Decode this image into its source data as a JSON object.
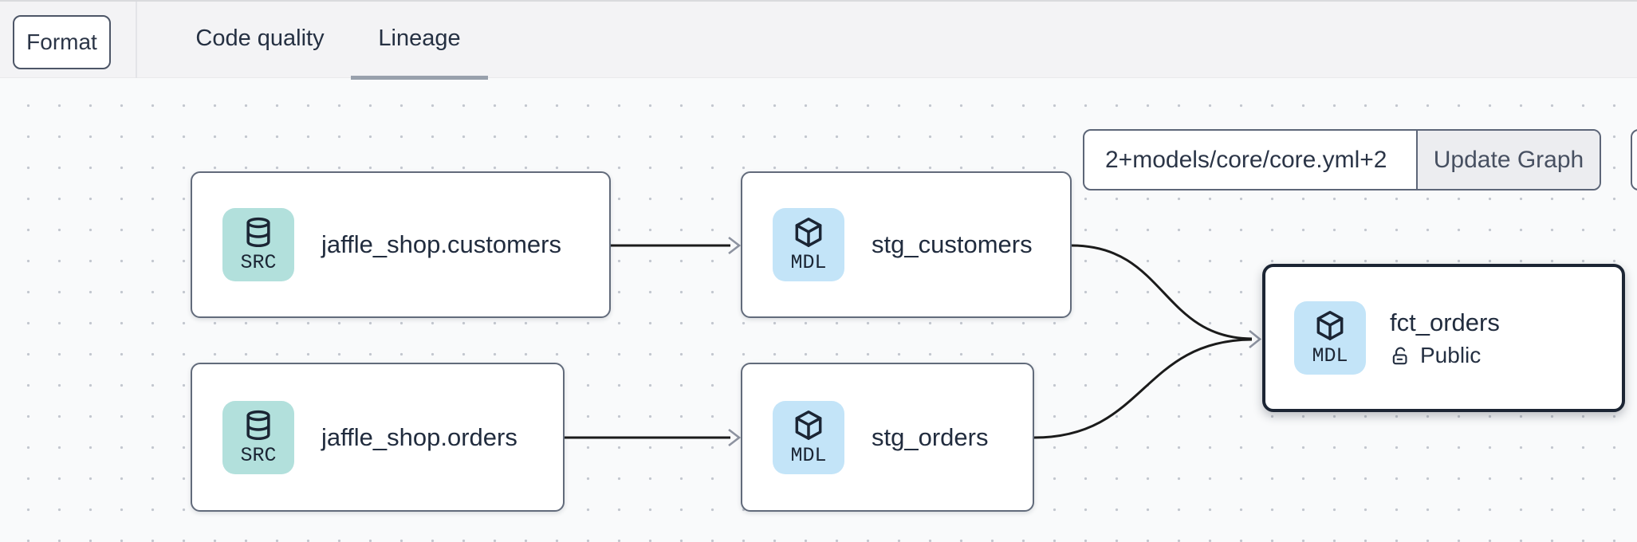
{
  "toolbar": {
    "format_label": "Format"
  },
  "tabs": {
    "code_quality": "Code quality",
    "lineage": "Lineage",
    "active_tab": "Lineage"
  },
  "graph_controls": {
    "selector_value": "2+models/core/core.yml+2",
    "update_button_label": "Update Graph"
  },
  "nodes": [
    {
      "badge": "SRC",
      "label": "jaffle_shop.customers",
      "type": "source"
    },
    {
      "badge": "MDL",
      "label": "stg_customers",
      "type": "model"
    },
    {
      "badge": "SRC",
      "label": "jaffle_shop.orders",
      "type": "source"
    },
    {
      "badge": "MDL",
      "label": "stg_orders",
      "type": "model"
    },
    {
      "badge": "MDL",
      "label": "fct_orders",
      "type": "model",
      "access": "Public",
      "selected": true
    }
  ],
  "edges": [
    {
      "from": "jaffle_shop.customers",
      "to": "stg_customers"
    },
    {
      "from": "jaffle_shop.orders",
      "to": "stg_orders"
    },
    {
      "from": "stg_customers",
      "to": "fct_orders"
    },
    {
      "from": "stg_orders",
      "to": "fct_orders"
    }
  ],
  "colors": {
    "source_badge": "#b2e0dc",
    "model_badge": "#c3e4f8",
    "text": "#253042",
    "node_border": "#626b7b",
    "selected_node_border": "#1c2534",
    "edge": "#1b1b1b",
    "arrowhead": "#8d93a0",
    "tab_underline": "#98a0ac",
    "header_bg": "#f3f3f5",
    "canvas_bg": "#f9fafb"
  }
}
